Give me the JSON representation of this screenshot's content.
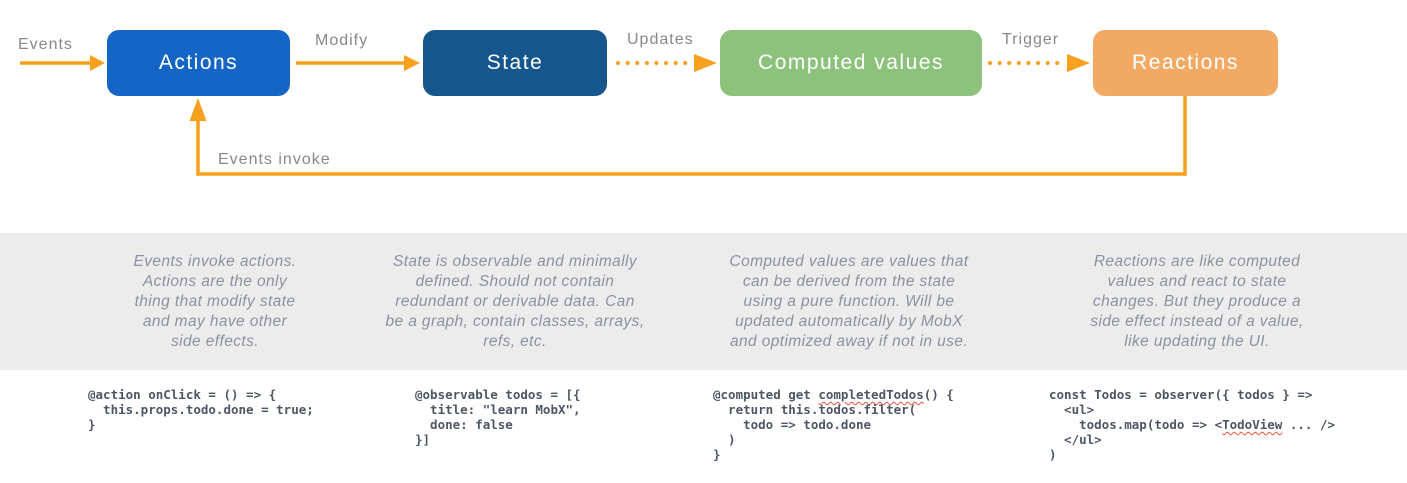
{
  "diagram": {
    "nodes": [
      {
        "id": "actions",
        "label": "Actions",
        "color": "#1565C4"
      },
      {
        "id": "state",
        "label": "State",
        "color": "#15568D"
      },
      {
        "id": "computed",
        "label": "Computed values",
        "color": "#8DC27C"
      },
      {
        "id": "reactions",
        "label": "Reactions",
        "color": "#F2A964"
      }
    ],
    "edge_labels": {
      "events": "Events",
      "modify": "Modify",
      "updates": "Updates",
      "trigger": "Trigger",
      "events_invoke": "Events invoke"
    },
    "arrow_color": "#F7A01E",
    "band_color": "#ECECEC"
  },
  "descriptions": [
    "Events invoke actions.\nActions are the only\nthing that modify state\nand may have other\nside effects.",
    "State is observable and minimally\ndefined. Should not contain\nredundant or derivable data. Can\nbe a graph, contain classes, arrays,\nrefs, etc.",
    "Computed values are values that\ncan be derived from the state\nusing a pure function. Will be\nupdated automatically by MobX\nand optimized away if not in use.",
    "Reactions are like computed\nvalues and react to state\nchanges. But they produce a\nside effect instead of a value,\nlike updating the UI."
  ],
  "code": {
    "snippets": [
      {
        "text": "@action onClick = () => {\n  this.props.todo.done = true;\n}"
      },
      {
        "text": "@observable todos = [{\n  title: \"learn MobX\",\n  done: false\n}]"
      },
      {
        "pre": "@computed get ",
        "mark": "completedTodos",
        "post": "() {\n  return this.todos.filter(\n    todo => todo.done\n  )\n}"
      },
      {
        "pre": "const Todos = observer({ todos } =>\n  <ul>\n    todos.map(todo => <",
        "mark": "TodoView",
        "post": " ... />\n  </ul>\n)"
      }
    ]
  }
}
